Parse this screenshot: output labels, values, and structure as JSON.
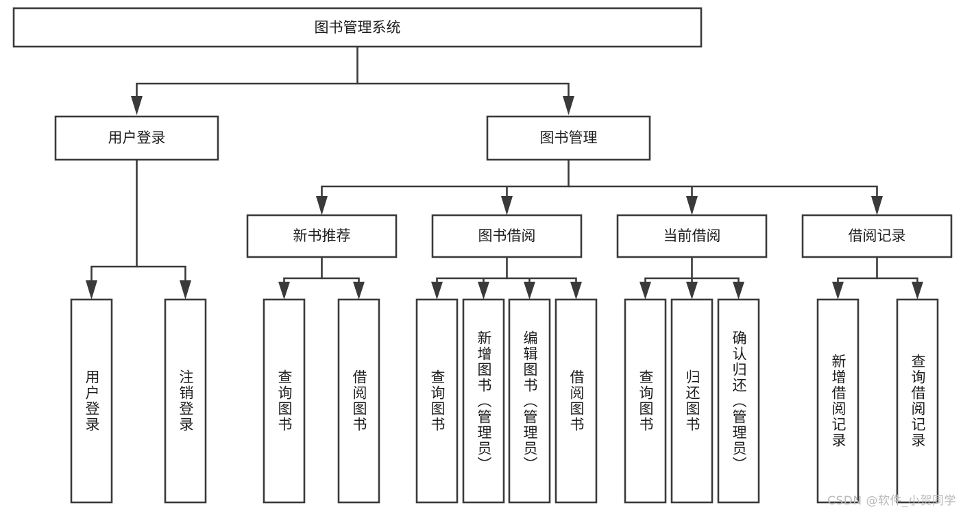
{
  "diagram": {
    "title_node": {
      "label": "图书管理系统"
    },
    "level2": [
      {
        "id": "user-login",
        "label": "用户登录"
      },
      {
        "id": "book-management",
        "label": "图书管理"
      }
    ],
    "level3": [
      {
        "id": "new-book-recommend",
        "label": "新书推荐",
        "parent": "book-management"
      },
      {
        "id": "book-borrow",
        "label": "图书借阅",
        "parent": "book-management"
      },
      {
        "id": "current-borrow",
        "label": "当前借阅",
        "parent": "book-management"
      },
      {
        "id": "borrow-record",
        "label": "借阅记录",
        "parent": "book-management"
      }
    ],
    "leaves": [
      {
        "id": "leaf-user-login",
        "label": "用户登录",
        "parent": "user-login"
      },
      {
        "id": "leaf-logout-login",
        "label": "注销登录",
        "parent": "user-login"
      },
      {
        "id": "leaf-query-book-1",
        "label": "查询图书",
        "parent": "new-book-recommend"
      },
      {
        "id": "leaf-borrow-book-1",
        "label": "借阅图书",
        "parent": "new-book-recommend"
      },
      {
        "id": "leaf-query-book-2",
        "label": "查询图书",
        "parent": "book-borrow"
      },
      {
        "id": "leaf-add-book",
        "label": "新增图书（管理员）",
        "parent": "book-borrow"
      },
      {
        "id": "leaf-edit-book",
        "label": "编辑图书（管理员）",
        "parent": "book-borrow"
      },
      {
        "id": "leaf-borrow-book-2",
        "label": "借阅图书",
        "parent": "book-borrow"
      },
      {
        "id": "leaf-query-book-3",
        "label": "查询图书",
        "parent": "current-borrow"
      },
      {
        "id": "leaf-return-book",
        "label": "归还图书",
        "parent": "current-borrow"
      },
      {
        "id": "leaf-confirm-return",
        "label": "确认归还（管理员）",
        "parent": "current-borrow"
      },
      {
        "id": "leaf-add-record",
        "label": "新增借阅记录",
        "parent": "borrow-record"
      },
      {
        "id": "leaf-query-record",
        "label": "查询借阅记录",
        "parent": "borrow-record"
      }
    ],
    "watermark": "CSDN @软件_小贺同学",
    "colors": {
      "stroke": "#3a3a3a",
      "fill": "#ffffff",
      "text": "#1d1d1d",
      "watermark": "#b9b9b9"
    }
  }
}
